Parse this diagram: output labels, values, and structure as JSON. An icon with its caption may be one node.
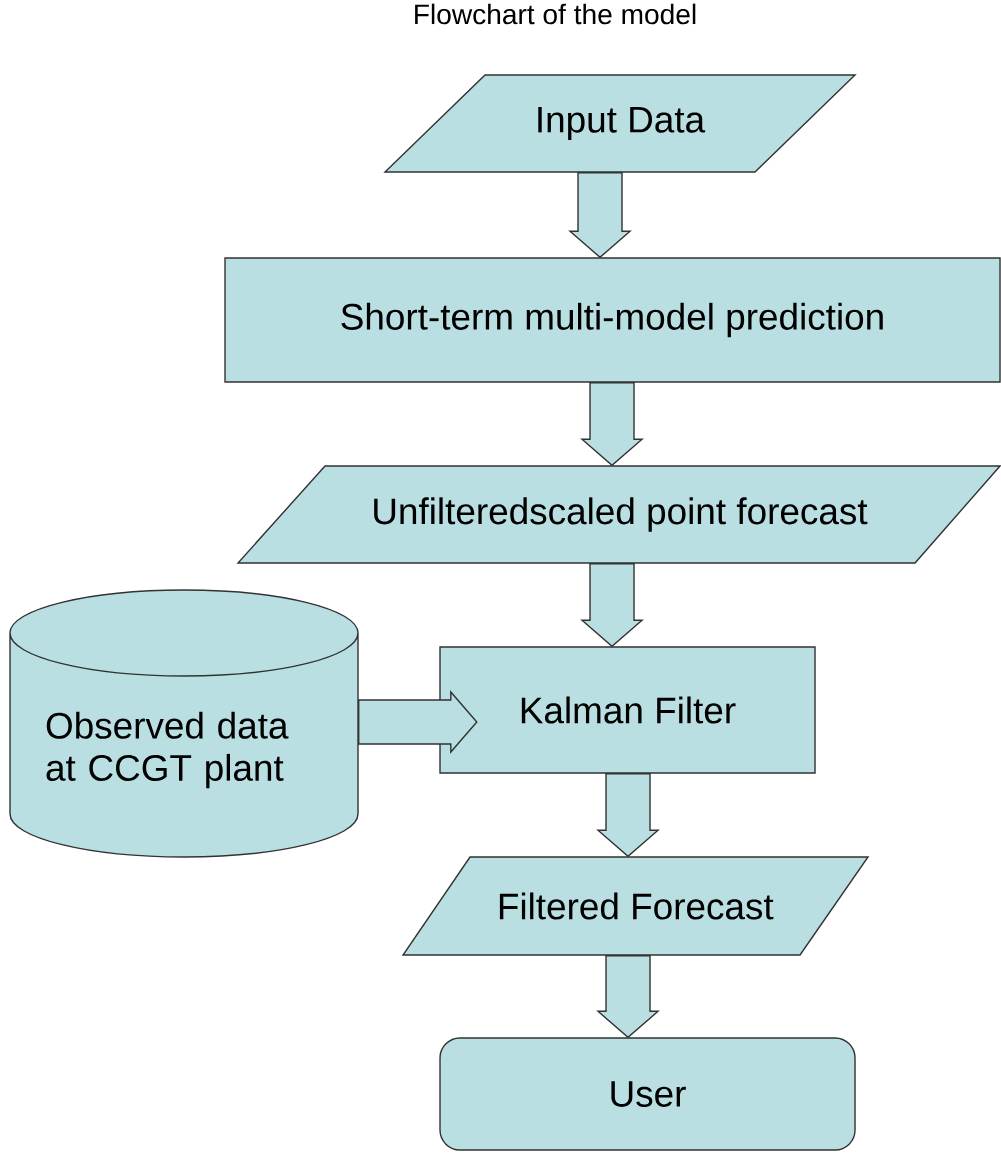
{
  "diagram": {
    "title": "Flowchart of the model",
    "nodes": [
      {
        "text": [
          "Input Data"
        ]
      },
      {
        "text": [
          "Short-term multi-model prediction"
        ]
      },
      {
        "text": [
          "Unfilteredscaled point forecast"
        ]
      },
      {
        "text": [
          "Observed data at CCGT plant"
        ]
      },
      {
        "text": [
          "Kalman Filter"
        ]
      },
      {
        "text": [
          "Filtered Forecast"
        ]
      },
      {
        "text": [
          "User"
        ]
      }
    ],
    "edges": [
      {
        "from": 0,
        "to": 1,
        "arrow": "to"
      },
      {
        "from": 1,
        "to": 2,
        "arrow": "to"
      },
      {
        "from": 2,
        "to": 4,
        "arrow": "to"
      },
      {
        "from": 3,
        "to": 4,
        "arrow": "to"
      },
      {
        "from": 4,
        "to": 5,
        "arrow": "to"
      },
      {
        "from": 5,
        "to": 6,
        "arrow": "to"
      }
    ]
  }
}
